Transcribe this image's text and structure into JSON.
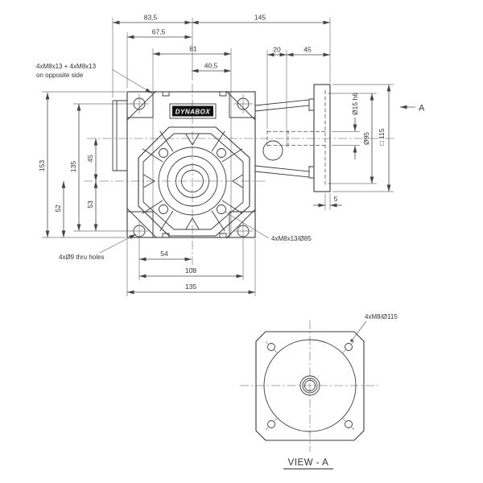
{
  "logo": {
    "text": "DYNABOX"
  },
  "dims": {
    "top": {
      "d835": "83,5",
      "d675": "67,5",
      "d81": "81",
      "d405": "40,5",
      "d145": "145",
      "d20": "20",
      "d45": "45"
    },
    "left": {
      "d153": "153",
      "d135": "135",
      "d45": "45",
      "d53": "53",
      "d52": "52"
    },
    "bottom": {
      "d54": "54",
      "d108": "108",
      "d135": "135"
    },
    "right": {
      "d15": "Ø15 h6",
      "d95": "Ø95",
      "d115": "□ 115",
      "d5": "5"
    }
  },
  "labels": {
    "tapped_holes_1": "4xM8x13 + 4xM8x13",
    "tapped_holes_2": "on opposite side",
    "thru_holes": "4xØ9 thru holes",
    "face_holes": "4xM8x13/Ø85",
    "flange_holes": "4xM8/Ø115",
    "section": "A",
    "view_title": "VIEW - A"
  },
  "colors": {
    "outline": "#3a3a3a",
    "dimension": "#4a4a4a",
    "extension": "#7a7a7a",
    "centerline": "#8a8a8a",
    "text": "#333333",
    "logo_bg": "#111111",
    "logo_text": "#ffffff",
    "background": "#ffffff"
  }
}
